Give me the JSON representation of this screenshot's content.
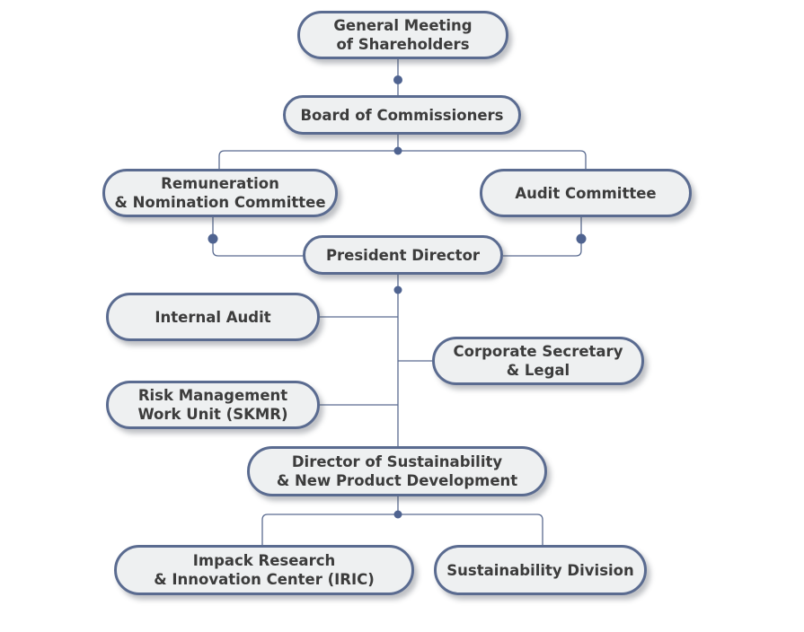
{
  "diagram": {
    "nodes": {
      "gms": "General Meeting\nof Shareholders",
      "boc": "Board of Commissioners",
      "rnc": "Remuneration\n& Nomination Committee",
      "audit_committee": "Audit Committee",
      "president": "President Director",
      "internal_audit": "Internal Audit",
      "corp_sec": "Corporate Secretary\n& Legal",
      "risk": "Risk Management\nWork Unit (SKMR)",
      "director_sust": "Director of Sustainability\n& New Product Development",
      "iric": "Impack Research\n& Innovation Center (IRIC)",
      "sust_division": "Sustainability Division"
    }
  },
  "colors": {
    "border": "#5a6b90",
    "line": "#5a6b90",
    "dot": "#4f6390",
    "fill": "#eef0f1",
    "text": "#3c3c3c"
  }
}
